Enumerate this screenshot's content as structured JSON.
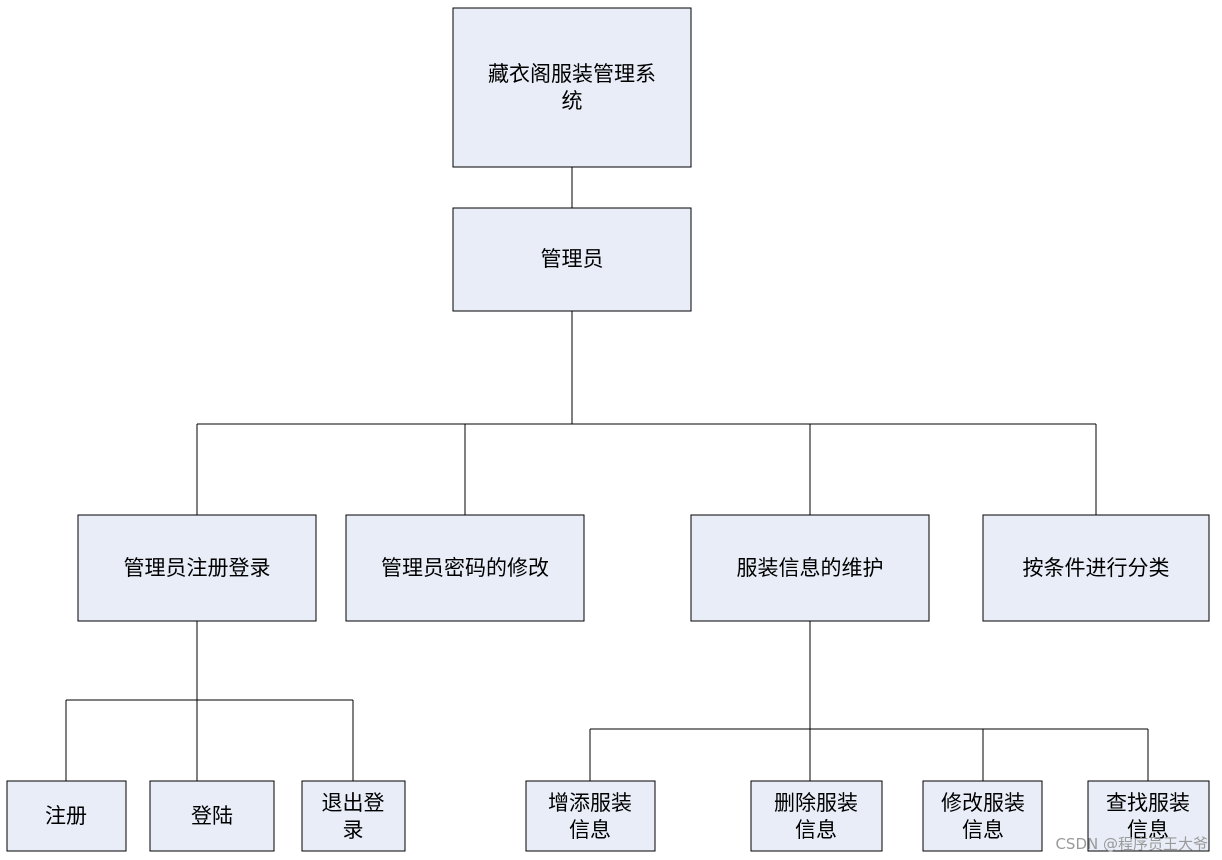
{
  "nodes": {
    "root": {
      "lines": [
        "藏衣阁服装管理系",
        "统"
      ]
    },
    "admin": {
      "lines": [
        "管理员"
      ]
    },
    "reg_login": {
      "lines": [
        "管理员注册登录"
      ]
    },
    "pwd_change": {
      "lines": [
        "管理员密码的修改"
      ]
    },
    "clothing_maint": {
      "lines": [
        "服装信息的维护"
      ]
    },
    "classify": {
      "lines": [
        "按条件进行分类"
      ]
    },
    "register": {
      "lines": [
        "注册"
      ]
    },
    "login": {
      "lines": [
        "登陆"
      ]
    },
    "logout": {
      "lines": [
        "退出登",
        "录"
      ]
    },
    "add": {
      "lines": [
        "增添服装",
        "信息"
      ]
    },
    "delete": {
      "lines": [
        "删除服装",
        "信息"
      ]
    },
    "modify": {
      "lines": [
        "修改服装",
        "信息"
      ]
    },
    "search": {
      "lines": [
        "查找服装",
        "信息"
      ]
    }
  },
  "watermark": "CSDN @程序员王大爷",
  "colors": {
    "box_fill": "#e8edf7",
    "stroke": "#000000"
  }
}
